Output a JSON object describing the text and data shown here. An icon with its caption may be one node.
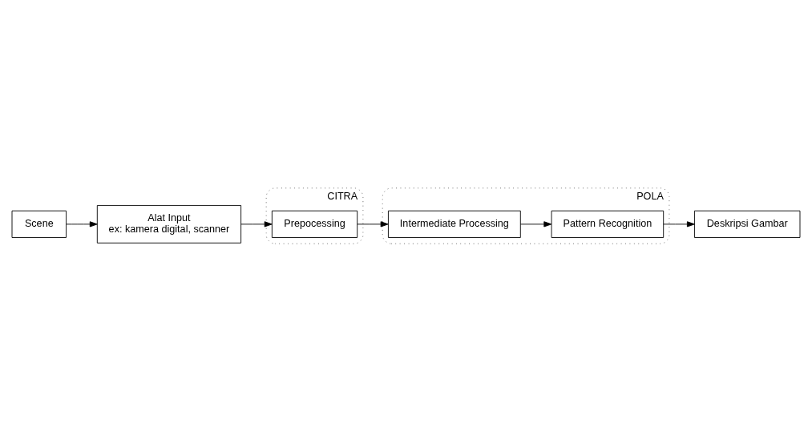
{
  "diagram": {
    "nodes": [
      {
        "text": [
          "Scene"
        ]
      },
      {
        "text": [
          "Alat Input",
          "ex: kamera digital, scanner"
        ]
      },
      {
        "text": [
          "CITRA"
        ]
      },
      {
        "text": [
          "Prepocessing"
        ],
        "in": 2
      },
      {
        "text": [
          "POLA"
        ]
      },
      {
        "text": [
          "Intermediate Processing"
        ],
        "in": 4
      },
      {
        "text": [
          "Pattern Recognition"
        ],
        "in": 4
      },
      {
        "text": [
          "Deskripsi Gambar"
        ]
      }
    ],
    "edges": [
      {
        "from": 0,
        "to": 1,
        "arrow": "to"
      },
      {
        "from": 1,
        "to": 3,
        "arrow": "to"
      },
      {
        "from": 3,
        "to": 5,
        "arrow": "to"
      },
      {
        "from": 5,
        "to": 6,
        "arrow": "to"
      },
      {
        "from": 6,
        "to": 7,
        "arrow": "to"
      }
    ]
  }
}
